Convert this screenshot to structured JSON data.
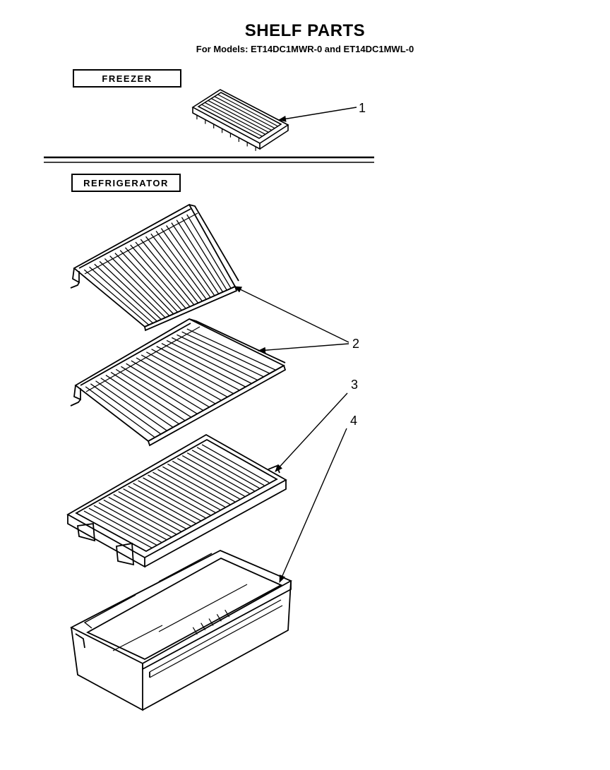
{
  "title": "SHELF PARTS",
  "subtitle": "For Models: ET14DC1MWR-0 and ET14DC1MWL-0",
  "sections": {
    "freezer": "FREEZER",
    "refrigerator": "REFRIGERATOR"
  },
  "callouts": {
    "part1": "1",
    "part2": "2",
    "part3": "3",
    "part4": "4"
  },
  "parts": {
    "part1": {
      "depicts": "ice-cube-tray"
    },
    "part2": {
      "depicts": "wire-shelf",
      "count": 2
    },
    "part3": {
      "depicts": "crisper-cover-grille"
    },
    "part4": {
      "depicts": "crisper-drawer"
    }
  },
  "colors": {
    "ink": "#000000",
    "paper": "#ffffff"
  }
}
